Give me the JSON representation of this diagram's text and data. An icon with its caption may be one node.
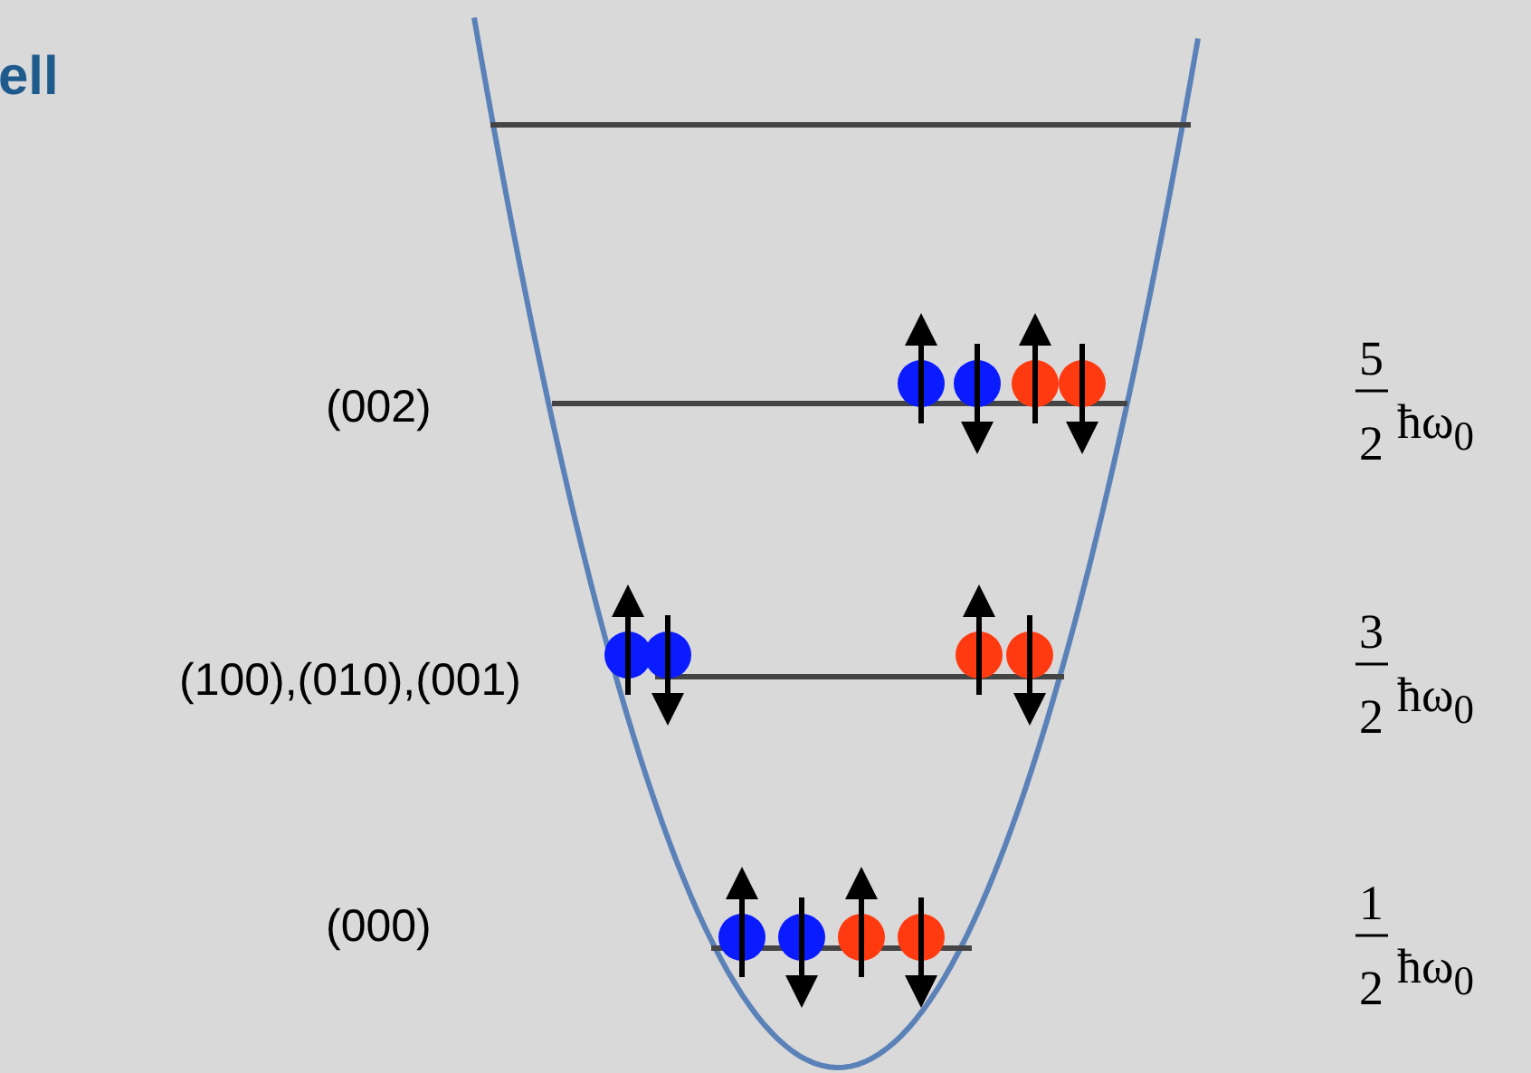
{
  "diagram": {
    "title": "ell",
    "labels": [
      "(002)",
      "5",
      "2",
      "ħω$_{0}$",
      "(100),(010),(001)",
      "3",
      "2",
      "ħω$_{0}$",
      "(000)",
      "1",
      "2",
      "ħω$_{0}$"
    ]
  }
}
